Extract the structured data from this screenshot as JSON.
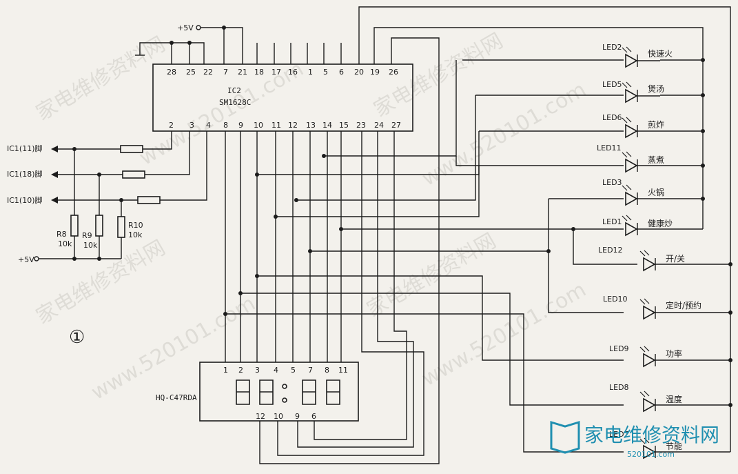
{
  "figure_number": "①",
  "supply": {
    "top": "+5V",
    "left": "+5V"
  },
  "ic2": {
    "name": "IC2",
    "part": "SM1628C",
    "top_pins": [
      "28",
      "25",
      "22",
      "7",
      "21",
      "18",
      "17",
      "16",
      "1",
      "5",
      "6",
      "20",
      "19",
      "26"
    ],
    "bottom_pins": [
      "2",
      "3",
      "4",
      "8",
      "9",
      "10",
      "11",
      "12",
      "13",
      "14",
      "15",
      "23",
      "24",
      "27"
    ]
  },
  "ic1_pins": [
    "IC1(11)脚",
    "IC1(18)脚",
    "IC1(10)脚"
  ],
  "resistors": [
    {
      "ref": "R8",
      "value": "10k"
    },
    {
      "ref": "R9",
      "value": "10k"
    },
    {
      "ref": "R10",
      "value": "10k"
    }
  ],
  "leds": [
    {
      "ref": "LED2",
      "function": "快速火"
    },
    {
      "ref": "LED5",
      "function": "煲汤"
    },
    {
      "ref": "LED6",
      "function": "煎炸"
    },
    {
      "ref": "LED11",
      "function": "蒸煮"
    },
    {
      "ref": "LED3",
      "function": "火锅"
    },
    {
      "ref": "LED1",
      "function": "健康炒"
    },
    {
      "ref": "LED12",
      "function": "开/关"
    },
    {
      "ref": "LED10",
      "function": "定时/预约"
    },
    {
      "ref": "LED9",
      "function": "功率"
    },
    {
      "ref": "LED8",
      "function": "温度"
    },
    {
      "ref": "LED7",
      "function": "节能"
    }
  ],
  "display": {
    "part": "HQ-C47RDA",
    "top_pins": [
      "1",
      "2",
      "3",
      "4",
      "5",
      "7",
      "8",
      "11"
    ],
    "bottom_pins": [
      "12",
      "10",
      "9",
      "6"
    ]
  },
  "watermark": {
    "site": "www.520101.com",
    "text": "家电维修资料网",
    "logo_text": "家电维修资料网",
    "logo_url": "520101.com"
  }
}
